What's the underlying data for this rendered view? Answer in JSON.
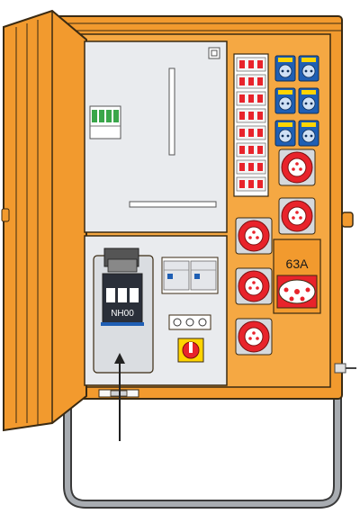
{
  "colors": {
    "orange": "#f29a2e",
    "orange_dark": "#d9801a",
    "outline": "#3a2a12",
    "panel": "#e9ebee",
    "red": "#e8232b",
    "blue": "#1f5fb4",
    "yellow": "#ffd400",
    "grey": "#8a8f96",
    "green": "#3aa64a"
  },
  "nh_fuse": {
    "label": "NH00"
  },
  "cee_socket_large": {
    "rating": "63A"
  },
  "components": {
    "schuko_sockets": 6,
    "cee_sockets_small": 5,
    "mcb_rows": 8,
    "main_switch_icon": "rotary-switch-icon",
    "arrow_icon": "arrow-up-icon"
  }
}
